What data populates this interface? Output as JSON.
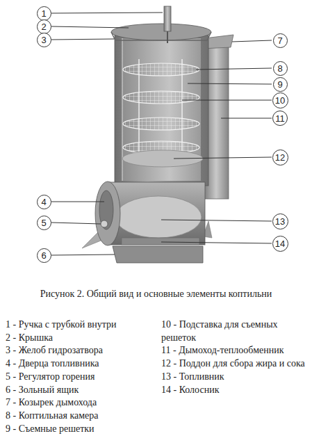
{
  "diagram": {
    "caption": "Рисунок 2. Общий вид и основные элементы коптильни",
    "nodes": [
      {
        "text": [
          "1"
        ]
      },
      {
        "text": [
          "2"
        ]
      },
      {
        "text": [
          "3"
        ]
      },
      {
        "text": [
          "7"
        ]
      },
      {
        "text": [
          "8"
        ]
      },
      {
        "text": [
          "9"
        ]
      },
      {
        "text": [
          "10"
        ]
      },
      {
        "text": [
          "11"
        ]
      },
      {
        "text": [
          "12"
        ]
      },
      {
        "text": [
          "4"
        ]
      },
      {
        "text": [
          "5"
        ]
      },
      {
        "text": [
          "13"
        ]
      },
      {
        "text": [
          "14"
        ]
      },
      {
        "text": [
          "6"
        ]
      }
    ],
    "edges": [],
    "labels": [
      "1 - Ручка с трубкой внутри",
      "2 - Крышка",
      "3 - Желоб гидрозатвора",
      "4 - Дверца топливника",
      "5 - Регулятор горения",
      "6 - Зольный ящик",
      "7 - Козырек дымохода",
      "8 - Коптильная камера",
      "9 - Съемные решетки",
      "10 - Подставка для съемных решеток",
      "11 - Дымоход-теплообменник",
      "12 - Поддон для сбора жира и сока",
      "13 - Топливник",
      "14 - Колосник"
    ]
  }
}
